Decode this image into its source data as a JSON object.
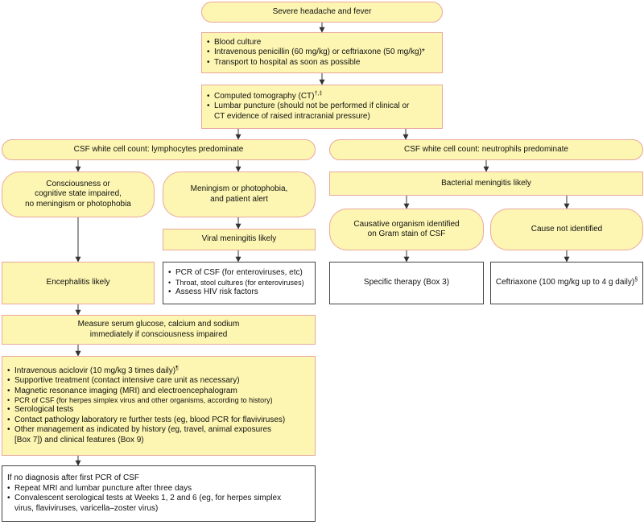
{
  "nodes": {
    "start": "Severe headache and fever",
    "initial": [
      "Blood culture",
      "Intravenous penicillin (60 mg/kg) or ceftriaxone (50 mg/kg)*",
      "Transport to hospital as soon as possible"
    ],
    "imaging_1": "Computed tomography (CT)",
    "imaging_1_sup": "†,‡",
    "imaging_2": "Lumbar puncture (should not be performed if clinical or",
    "imaging_3": "CT evidence of raised intracranial pressure)",
    "lymph": "CSF white cell count: lymphocytes predominate",
    "neutro": "CSF white cell count: neutrophils predominate",
    "conscious_1": "Consciousness or",
    "conscious_2": "cognitive state impaired,",
    "conscious_3": "no meningism or photophobia",
    "meningism_1": "Meningism or photophobia,",
    "meningism_2": "and patient alert",
    "viral": "Viral meningitis likely",
    "viral_tests": [
      "PCR of CSF (for enteroviruses, etc)",
      "Throat, stool cultures (for enteroviruses)",
      "Assess HIV risk factors"
    ],
    "encephalitis": "Encephalitis likely",
    "bacterial": "Bacterial meningitis likely",
    "gram_1": "Causative organism identified",
    "gram_2": "on Gram stain of CSF",
    "no_cause": "Cause not identified",
    "specific": "Specific therapy (Box 3)",
    "ceftriaxone": "Ceftriaxone (100 mg/kg up to 4 g daily)",
    "ceftriaxone_sup": "§",
    "measure_1": "Measure serum glucose, calcium and sodium",
    "measure_2": "immediately if consciousness impaired",
    "aciclovir_1": "Intravenous aciclovir (10 mg/kg 3 times daily)",
    "aciclovir_sup": "¶",
    "management": [
      "Supportive treatment (contact intensive care unit as necessary)",
      "Magnetic resonance imaging (MRI) and electroencephalogram",
      "PCR of CSF (for herpes simplex virus and other organisms, according to history)",
      "Serological tests",
      "Contact pathology laboratory re further tests (eg, blood PCR for flaviviruses)"
    ],
    "other_1": "Other management as indicated by history (eg, travel, animal exposures",
    "other_2": "[Box 7]) and clinical features (Box 9)",
    "followup_head": "If no diagnosis after first PCR of CSF",
    "followup_1": "Repeat MRI and lumbar puncture after three days",
    "followup_2": "Convalescent serological tests at Weeks 1, 2 and 6 (eg, for herpes simplex",
    "followup_3": "virus, flaviviruses, varicella–zoster virus)"
  },
  "bullet": "•",
  "colors": {
    "box_fill": "#fdf6b2",
    "box_border": "#e9a79c",
    "plain_border": "#444444",
    "arrow": "#333333"
  }
}
